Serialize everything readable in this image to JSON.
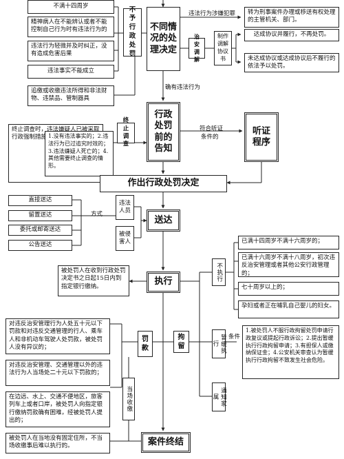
{
  "top": {
    "left_items": [
      "不满十四周岁",
      "精神病人在不能辨认或者不能控制自己行为时有违法行为的",
      "违法行为轻微并及时纠正，没有造成危害后果",
      "违法事实不能成立",
      "追缴或收缴违法所得和非法财物、违禁品、管制器具"
    ],
    "no_penalty_label": "不予行政处罚",
    "decision_label": "不同情况的处理决定",
    "crime_note": "违法行为涉嫌犯罪",
    "transfer_text": "转为刑事案件办理或移送有权处理的主管机关、部门。",
    "mediation_label": "治安调解",
    "mediation_doc": "制作调解协议书",
    "agreement_text": "达成协议并履行，不再处罚。",
    "no_agreement_text": "未达成协议或达成协议后不履行的依法予以处罚。",
    "confirmed_note": "确有违法行为"
  },
  "middle": {
    "suspend_left_text": "终止调查时，违法嫌疑人已被采取行政强制措施的，立即解除。",
    "suspend_label": "终止调查",
    "suspend_conditions": "1.没有违法事实的；2.违法行为已过追究时效的；3.违法嫌疑人死亡的；4.其他需要终止调查的情形。",
    "notice_label": "行政处罚前的告知",
    "hearing_note_1": "符合听证",
    "hearing_note_2": "条件的",
    "hearing_label": "听证程序",
    "decision_bar": "作出行政处罚决定"
  },
  "delivery": {
    "methods": [
      "直接送达",
      "留置送达",
      "委托或邮寄送达",
      "公告送达"
    ],
    "method_label": "方式",
    "to_offender_label": "违法人员",
    "to_victim_label": "被侵害人",
    "delivery_label": "送达"
  },
  "execution": {
    "bank_text": "被处罚人在收到行政处罚决定书之日起15日内到指定银行缴纳。",
    "exec_label": "执行",
    "not_exec_label": "不执行",
    "not_exec_items": [
      "已满十四周岁不满十六周岁的；",
      "已满十六周岁不满十八周岁，初次违反治安管理或者其他公安行政管理的；",
      "七十周岁以上的；",
      "孕妇或者正在哺乳自己婴儿的妇女。"
    ],
    "fine_label": "罚款",
    "detention_label": "拘留",
    "suspend_exec_label": "暂缓执行",
    "conditions_label": "条件",
    "suspend_conditions": "1.被处罚人不服行政拘留处罚申请行政复议或提起行政诉讼；2.提出暂缓执行行政拘留申请；3.有担保人或缴纳保证金；4.公安机关审查认为暂缓执行行政拘留不致发生社会危险。",
    "notify_family_label": "通知家属",
    "fine_cases": [
      "对违反治安管理行为人处五十元以下罚款和对违反交通管理的行人、乘车人和非机动车驾驶人处罚款，被处罚人没有异议的；",
      "对违反治安管理、交通管理以外的违法行为人当场处二十元以下罚款的；",
      "在边远、水上、交通不便地区，旅客列车上或者口岸，被处罚人向指定银行缴纳罚款确有困难，经被处罚人提出的；",
      "被处罚人在当地没有固定住所，不当场收缴事后难以执行的。"
    ],
    "onsite_label": "当场收缴",
    "end_label": "案件终结"
  }
}
